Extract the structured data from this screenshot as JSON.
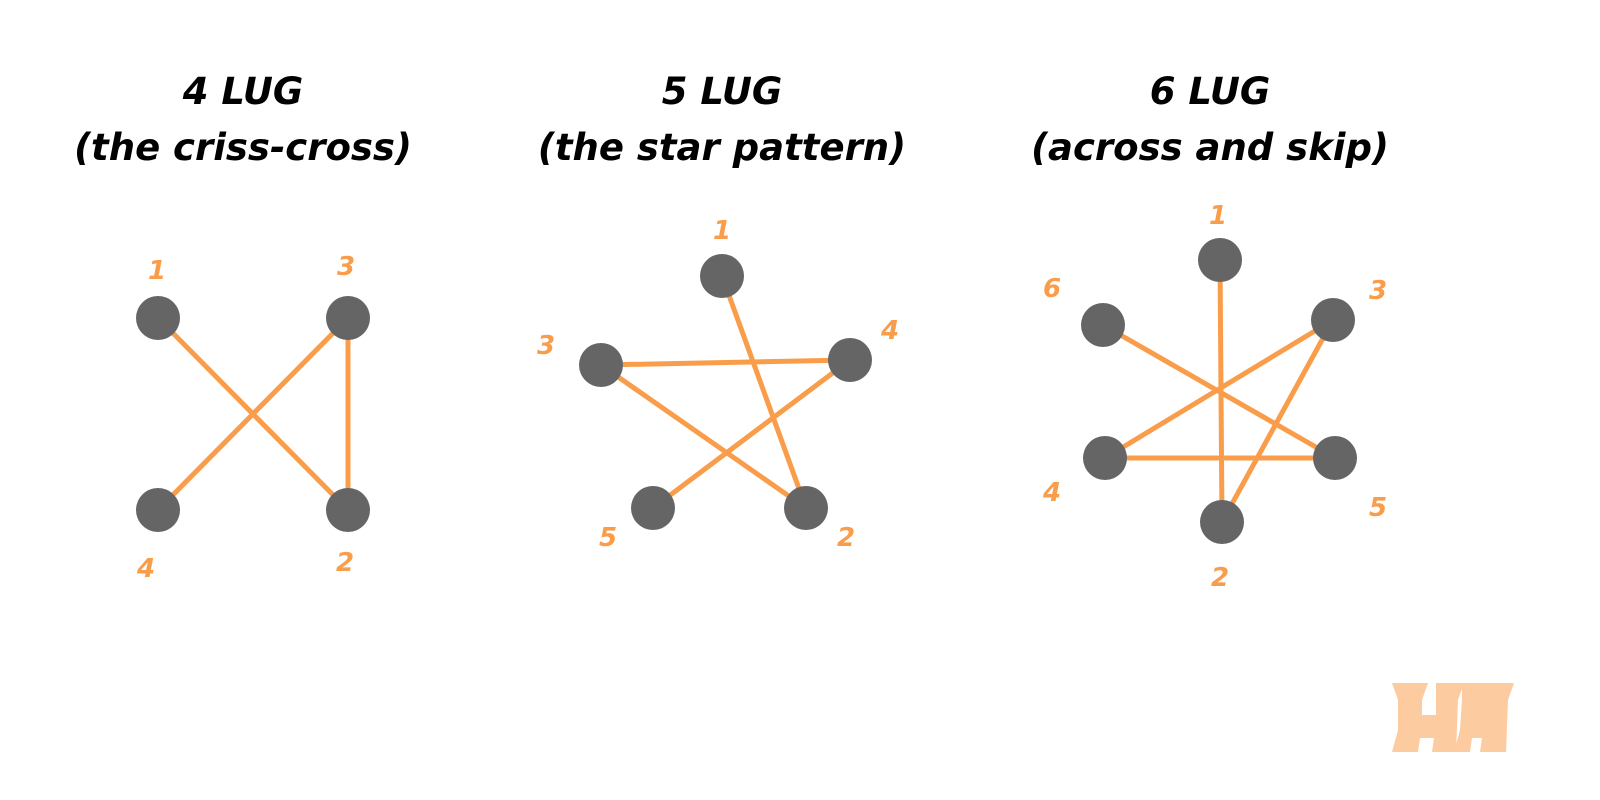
{
  "colors": {
    "line": "#f99d4b",
    "lug": "#656565",
    "label": "#f99d4b",
    "logo": "#fdcba0"
  },
  "patterns": [
    {
      "title": "4 LUG",
      "subtitle": "(the criss-cross)",
      "lugs": [
        "1",
        "2",
        "3",
        "4"
      ],
      "sequence": [
        "1",
        "2",
        "3",
        "4"
      ]
    },
    {
      "title": "5 LUG",
      "subtitle": "(the star pattern)",
      "lugs": [
        "1",
        "2",
        "3",
        "4",
        "5"
      ],
      "sequence": [
        "1",
        "2",
        "3",
        "4",
        "5"
      ]
    },
    {
      "title": "6 LUG",
      "subtitle": "(across and skip)",
      "lugs": [
        "1",
        "2",
        "3",
        "4",
        "5",
        "6"
      ],
      "sequence": [
        "1",
        "2",
        "3",
        "4",
        "5",
        "6"
      ]
    }
  ],
  "logo": {
    "text": "HH"
  }
}
